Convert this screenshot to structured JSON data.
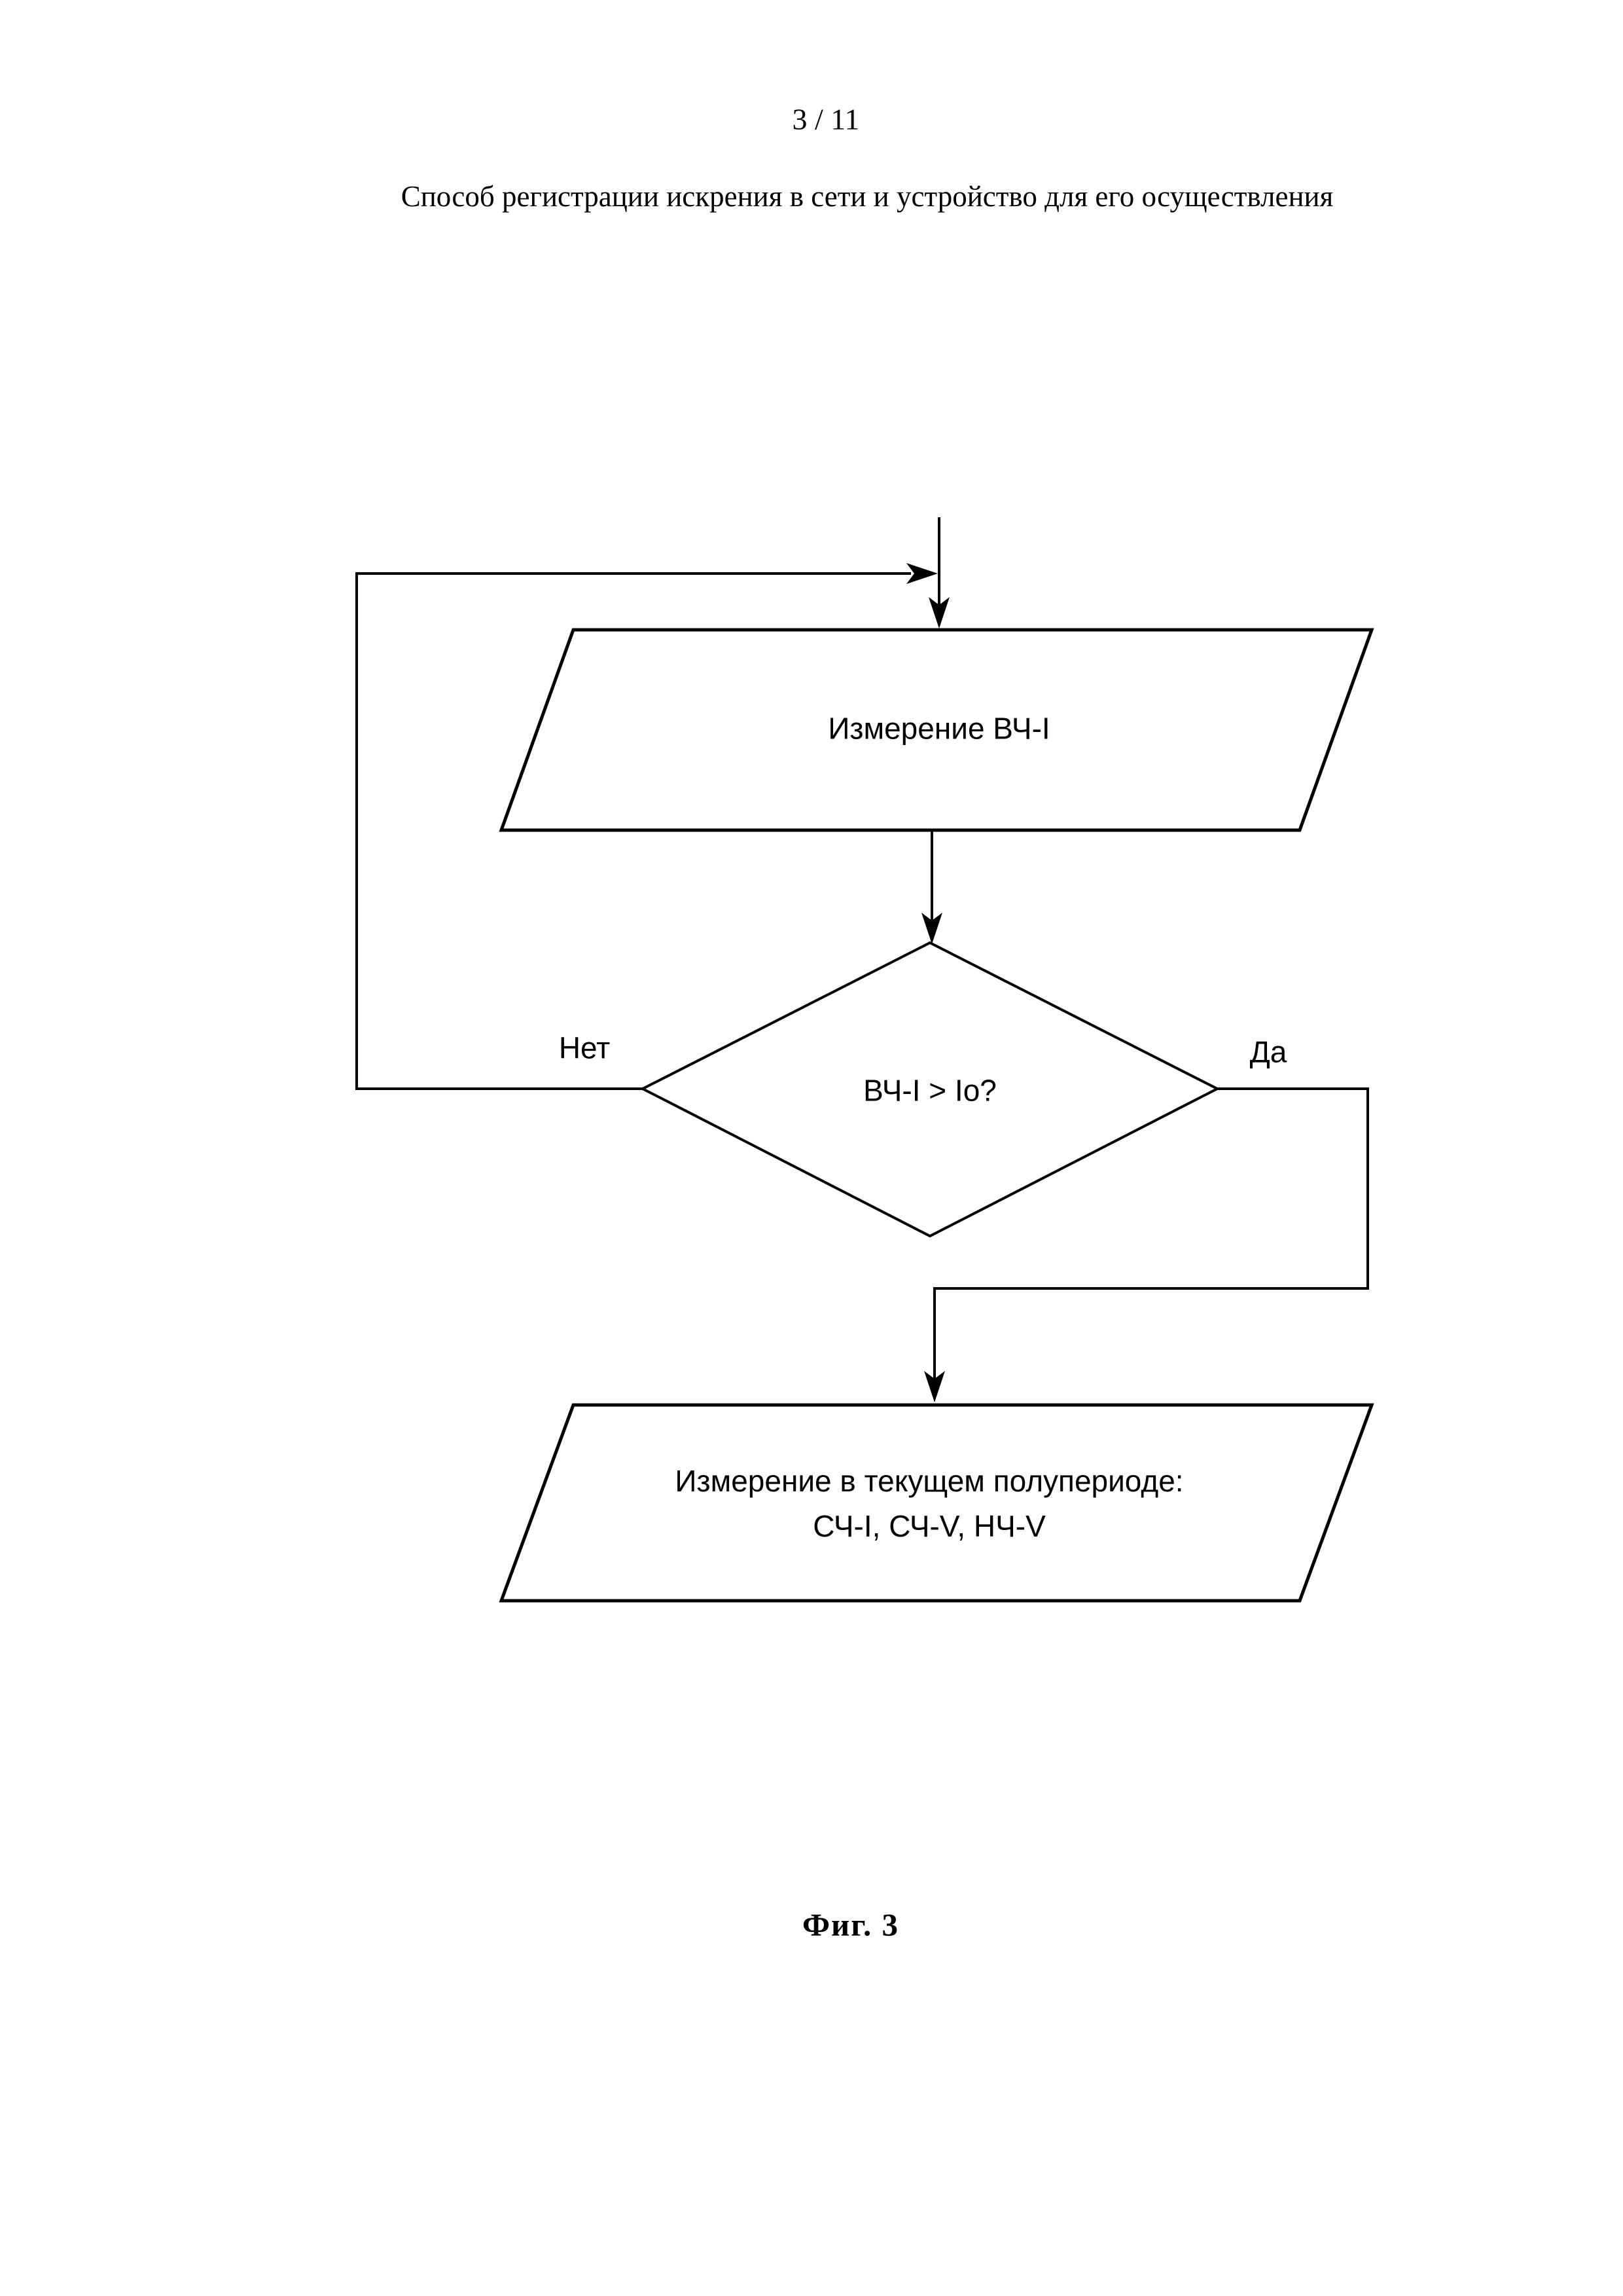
{
  "page": {
    "page_number": "3 / 11",
    "title": "Способ регистрации искрения в сети и устройство для его осуществления",
    "figure_caption": "Фиг. 3"
  },
  "flowchart": {
    "measure_hf": {
      "label": "Измерение ВЧ-I"
    },
    "decision": {
      "label": "ВЧ-I > Io?",
      "branch_no": "Нет",
      "branch_yes": "Да"
    },
    "measure_halfperiod": {
      "line1": "Измерение в текущем полупериоде:",
      "line2": "СЧ-I, СЧ-V, НЧ-V"
    }
  },
  "colors": {
    "ink": "#000000",
    "paper": "#ffffff"
  }
}
